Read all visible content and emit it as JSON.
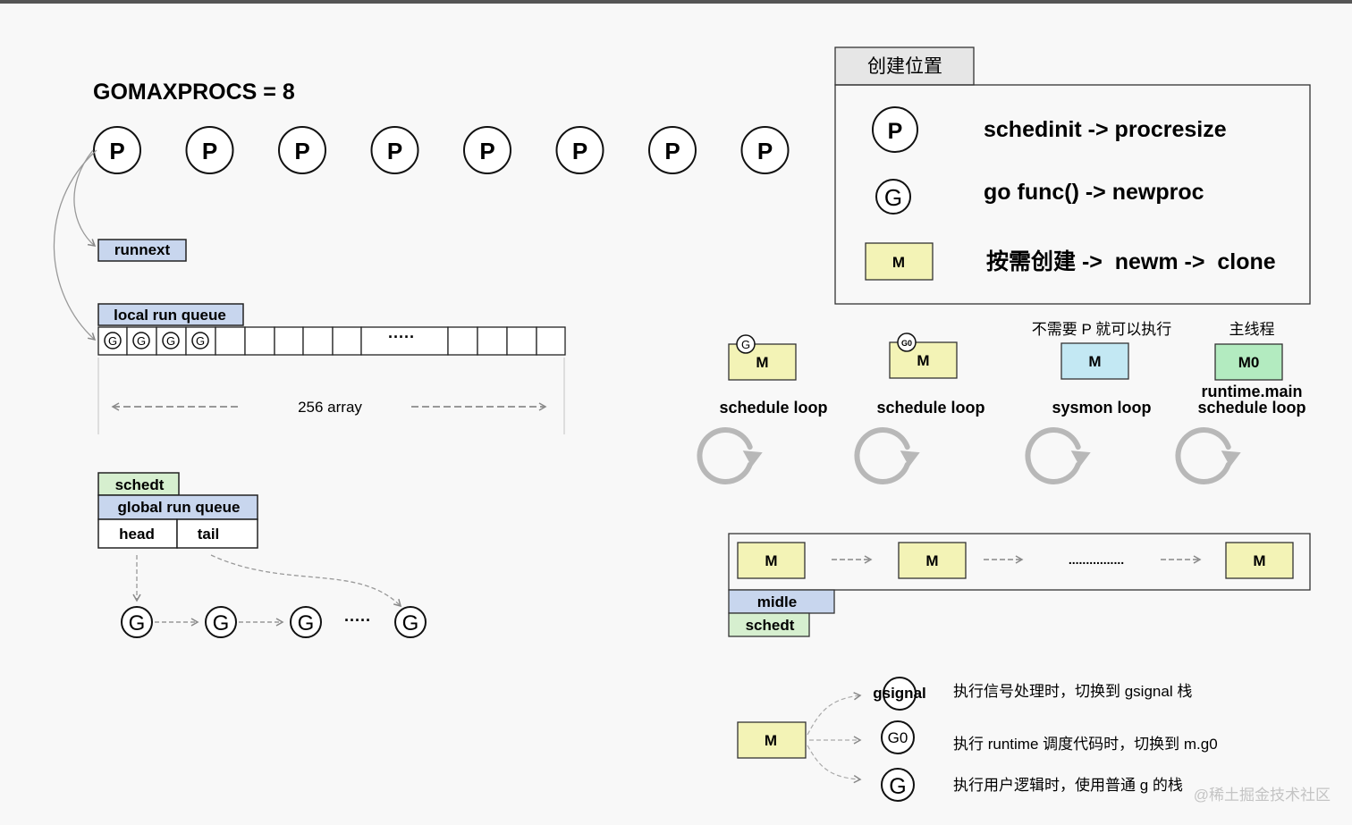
{
  "gomaxprocs": {
    "label": "GOMAXPROCS = 8",
    "p_label": "P",
    "p_count": 8
  },
  "runnext": {
    "label": "runnext"
  },
  "local_run_queue": {
    "label": "local run queue",
    "g_label": "G",
    "filled_slots": 4,
    "ellipsis": "·····",
    "array_label": "256 array"
  },
  "global_run_queue": {
    "schedt_label": "schedt",
    "label": "global run queue",
    "head_label": "head",
    "tail_label": "tail",
    "chain": [
      "G",
      "G",
      "G",
      "G"
    ],
    "ellipsis": "·····"
  },
  "legend": {
    "title": "创建位置",
    "rows": [
      {
        "symbol": "P",
        "text": "schedinit -> procresize"
      },
      {
        "symbol": "G",
        "text": "go func() -> newproc"
      },
      {
        "symbol": "M",
        "text": "按需创建 ->  newm ->  clone"
      }
    ]
  },
  "threads": [
    {
      "badge": "G",
      "box": "M",
      "label": "schedule loop",
      "top_note": "",
      "color": "#f3f3b6"
    },
    {
      "badge": "G0",
      "box": "M",
      "label": "schedule loop",
      "top_note": "",
      "color": "#f3f3b6"
    },
    {
      "badge": "",
      "box": "M",
      "label": "sysmon loop",
      "top_note": "不需要 P 就可以执行",
      "color": "#c3e8f3"
    },
    {
      "badge": "",
      "box": "M0",
      "label": "runtime.main\nschedule loop",
      "top_note": "主线程",
      "color": "#b3ebc0"
    }
  ],
  "m_list": {
    "boxes": [
      "M",
      "M",
      "M",
      "M"
    ],
    "dots": "................",
    "midle_label": "midle",
    "schedt_label": "schedt"
  },
  "m_stacks": {
    "m_label": "M",
    "rows": [
      {
        "symbol": "gsignal",
        "text": "执行信号处理时，切换到 gsignal 栈"
      },
      {
        "symbol": "G0",
        "text": "执行 runtime 调度代码时，切换到 m.g0"
      },
      {
        "symbol": "G",
        "text": "执行用户逻辑时，使用普通 g 的栈"
      }
    ]
  },
  "watermark": "@稀土掘金技术社区",
  "colors": {
    "blue_label": "#c8d6ee",
    "green_label": "#d6efcf",
    "yellow_m": "#f3f3b6",
    "cyan_m": "#c3e8f3",
    "green_m": "#b3ebc0",
    "legend_tab": "#e6e6e6"
  }
}
